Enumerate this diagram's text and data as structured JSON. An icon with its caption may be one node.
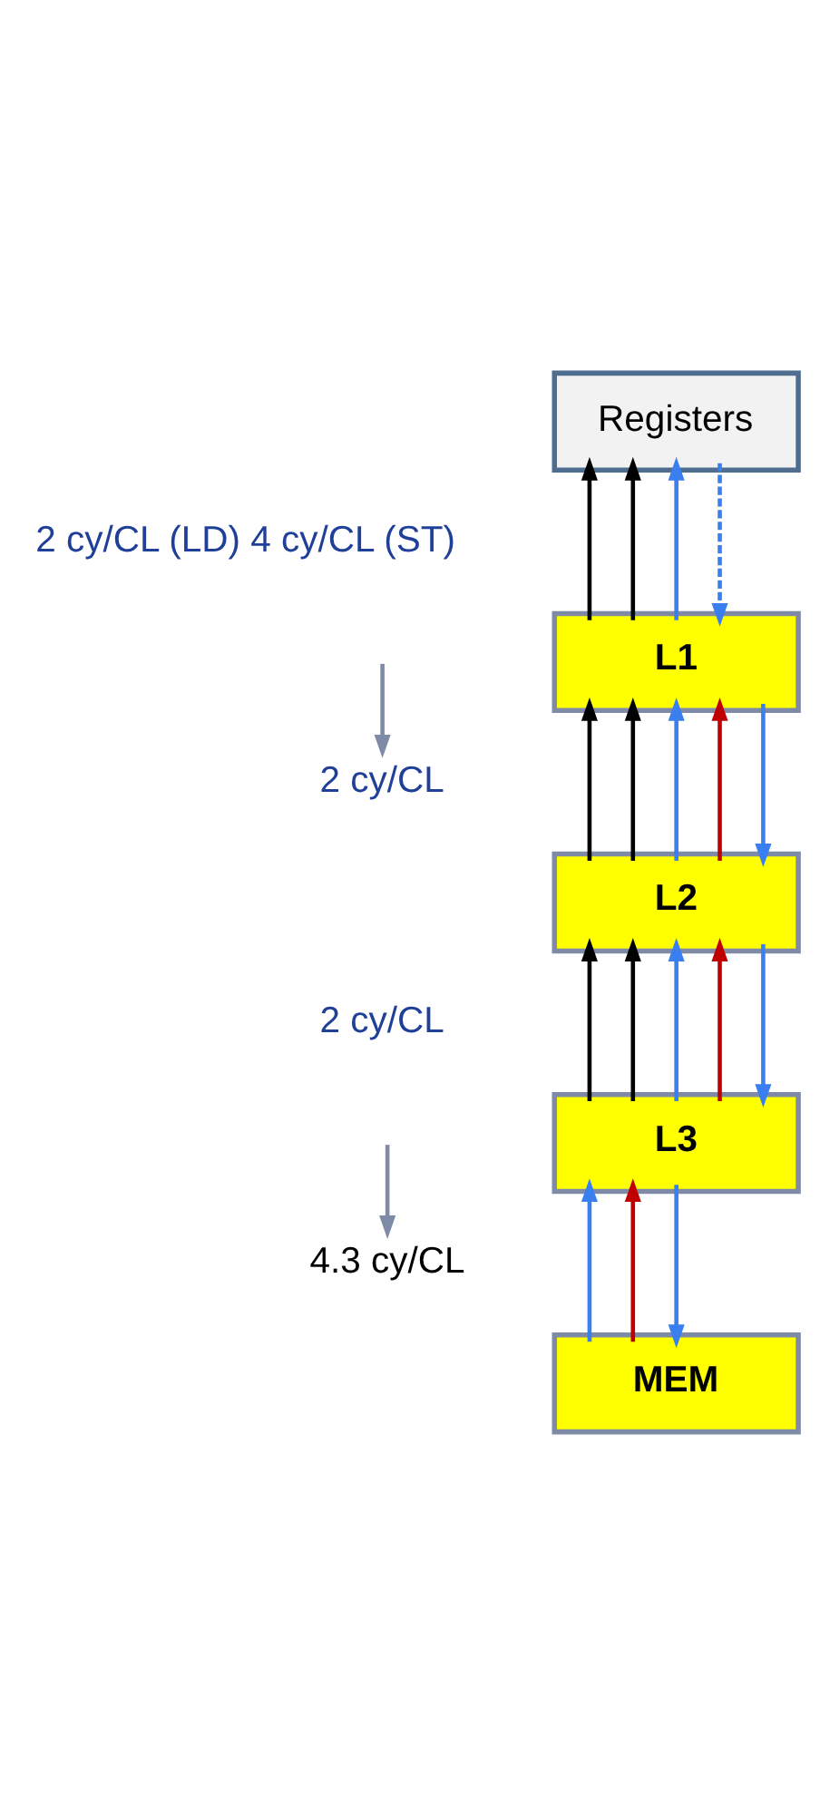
{
  "diagram": {
    "nodes": [
      {
        "text": [
          "Registers"
        ]
      },
      {
        "text": [
          "L1"
        ]
      },
      {
        "text": [
          "L2"
        ]
      },
      {
        "text": [
          "L3"
        ]
      },
      {
        "text": [
          "MEM"
        ]
      },
      {
        "text": [
          "2 cy/CL"
        ]
      },
      {
        "text": [
          "4.3 cy/CL"
        ]
      }
    ],
    "edges": [
      {
        "from": 1,
        "to": 0,
        "arrow": "to",
        "color": "#000000"
      },
      {
        "from": 1,
        "to": 0,
        "arrow": "to",
        "color": "#000000"
      },
      {
        "from": 1,
        "to": 0,
        "arrow": "to"
      },
      {
        "from": 0,
        "to": 1,
        "arrow": "to",
        "style": "dashed"
      },
      {
        "from": 2,
        "to": 1,
        "arrow": "to",
        "color": "#000000"
      },
      {
        "from": 2,
        "to": 1,
        "arrow": "to",
        "color": "#000000"
      },
      {
        "from": 2,
        "to": 1,
        "arrow": "to"
      },
      {
        "from": 2,
        "to": 1,
        "arrow": "to",
        "color": "#c00000"
      },
      {
        "from": 1,
        "to": 2,
        "arrow": "to"
      },
      {
        "from": 3,
        "to": 2,
        "arrow": "to",
        "color": "#000000"
      },
      {
        "from": 3,
        "to": 2,
        "arrow": "to",
        "color": "#000000"
      },
      {
        "from": 3,
        "to": 2,
        "arrow": "to"
      },
      {
        "from": 3,
        "to": 2,
        "arrow": "to",
        "color": "#c00000"
      },
      {
        "from": 2,
        "to": 3,
        "arrow": "to"
      },
      {
        "from": 4,
        "to": 3,
        "arrow": "to"
      },
      {
        "from": 4,
        "to": 3,
        "arrow": "to",
        "color": "#c00000"
      },
      {
        "from": 3,
        "to": 4,
        "arrow": "to"
      },
      {
        "from": null,
        "to": 5,
        "arrow": "to",
        "color": "#7f8aa6"
      },
      {
        "from": null,
        "to": 6,
        "arrow": "to",
        "color": "#7f8aa6"
      }
    ],
    "labels": [
      "2 cy/CL (LD) 4 cy/CL (ST)",
      "2 cy/CL"
    ]
  }
}
